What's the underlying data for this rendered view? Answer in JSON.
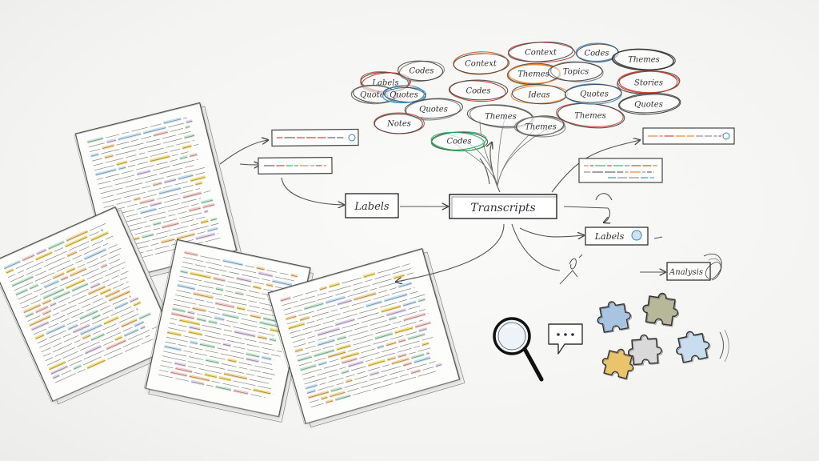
{
  "center_node": "Transcripts",
  "nodes": {
    "left_box": "Labels",
    "right_box": "Labels",
    "far_right_box": "Analysis"
  },
  "clusters": [
    {
      "label": "Labels",
      "color": "#c0392b"
    },
    {
      "label": "Codes",
      "color": "#7a7a7a"
    },
    {
      "label": "Quotes",
      "color": "#7a7a7a"
    },
    {
      "label": "Quotes",
      "color": "#2e86c1"
    },
    {
      "label": "Context",
      "color": "#d35400"
    },
    {
      "label": "Themes",
      "color": "#e67e22"
    },
    {
      "label": "Context",
      "color": "#c0392b"
    },
    {
      "label": "Topics",
      "color": "#7a7a7a"
    },
    {
      "label": "Codes",
      "color": "#2e86c1"
    },
    {
      "label": "Codes",
      "color": "#c0392b"
    },
    {
      "label": "Ideas",
      "color": "#e67e22"
    },
    {
      "label": "Quotes",
      "color": "#7a7a7a"
    },
    {
      "label": "Themes",
      "color": "#7a7a7a"
    },
    {
      "label": "Notes",
      "color": "#c0392b"
    },
    {
      "label": "Codes",
      "color": "#27ae60"
    },
    {
      "label": "Themes",
      "color": "#7a7a7a"
    },
    {
      "label": "Themes",
      "color": "#c0392b"
    },
    {
      "label": "Quotes",
      "color": "#2e86c1"
    },
    {
      "label": "Themes",
      "color": "#333333"
    },
    {
      "label": "Stories",
      "color": "#c0392b"
    },
    {
      "label": "Quotes",
      "color": "#333333"
    }
  ],
  "colors": {
    "ink": "#333333",
    "highlights": [
      "#f4d03f",
      "#a9dfbf",
      "#aed6f1",
      "#f5b7b1",
      "#f8c471",
      "#d7bde2"
    ],
    "puzzle": [
      "#a9c4e0",
      "#e9c46a",
      "#b7b79a",
      "#d9d9d9",
      "#c9ddf0"
    ]
  },
  "icons": [
    "magnifier-icon",
    "speech-bubble-icon",
    "puzzle-piece-icon"
  ]
}
